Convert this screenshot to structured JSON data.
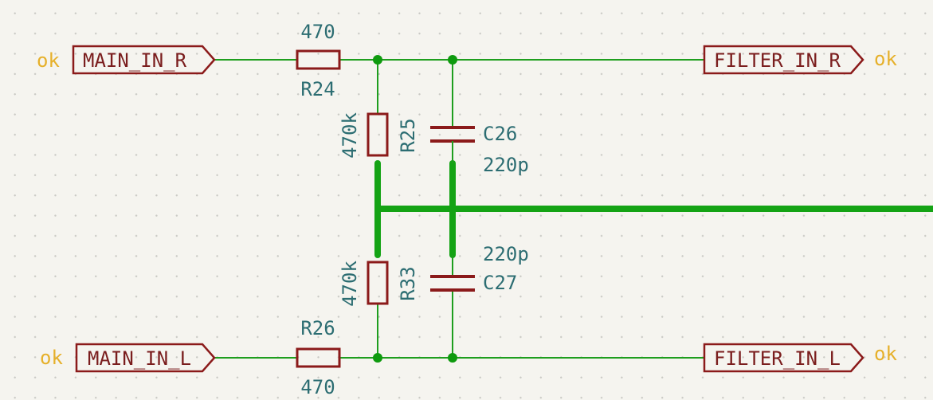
{
  "labels": {
    "main_in_r": "MAIN_IN_R",
    "main_in_l": "MAIN_IN_L",
    "filter_in_r": "FILTER_IN_R",
    "filter_in_l": "FILTER_IN_L"
  },
  "status": {
    "ok_main_r": "ok",
    "ok_main_l": "ok",
    "ok_filter_r": "ok",
    "ok_filter_l": "ok"
  },
  "components": {
    "R24": {
      "ref": "R24",
      "value": "470"
    },
    "R26": {
      "ref": "R26",
      "value": "470"
    },
    "R25": {
      "ref": "R25",
      "value": "470k"
    },
    "R33": {
      "ref": "R33",
      "value": "470k"
    },
    "C26": {
      "ref": "C26",
      "value": "220p"
    },
    "C27": {
      "ref": "C27",
      "value": "220p"
    }
  },
  "colors": {
    "background": "#f5f4ef",
    "wire": "#1e9e1e",
    "component": "#8b1a1a",
    "reference_text": "#2c6d72",
    "ok_marker": "#e6b02a"
  }
}
